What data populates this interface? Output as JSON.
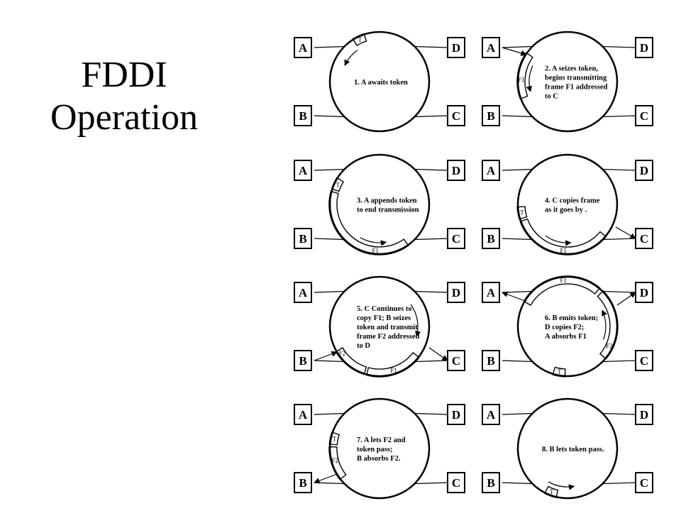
{
  "title": {
    "line1": "FDDI",
    "line2": "Operation"
  },
  "station_labels": [
    "A",
    "B",
    "C",
    "D"
  ],
  "token_label": "T",
  "panels": [
    {
      "id": 1,
      "lines": [
        "1. A awaits token"
      ],
      "frames": []
    },
    {
      "id": 2,
      "lines": [
        "2. A seizes token,",
        "begins transmitting",
        "frame F1 addressed",
        "to C"
      ],
      "frames": [
        "F1"
      ]
    },
    {
      "id": 3,
      "lines": [
        "3. A appends token",
        "to end transmission"
      ],
      "frames": [
        "F1"
      ]
    },
    {
      "id": 4,
      "lines": [
        "4. C copies frame",
        "as it goes by ."
      ],
      "frames": [
        "F1"
      ]
    },
    {
      "id": 5,
      "lines": [
        "5. C Continues to",
        "copy F1; B seizes",
        "token and transmit",
        "frame F2 addressed",
        "to D"
      ],
      "frames": [
        "F1",
        "F2"
      ]
    },
    {
      "id": 6,
      "lines": [
        "6. B emits token;",
        "D copies F2;",
        "A absorbs F1"
      ],
      "frames": [
        "F1",
        "F2"
      ]
    },
    {
      "id": 7,
      "lines": [
        "7. A lets F2 and",
        "token pass;",
        "B absorbs F2."
      ],
      "frames": [
        "F2"
      ]
    },
    {
      "id": 8,
      "lines": [
        "8. B lets token pass."
      ],
      "frames": []
    }
  ]
}
